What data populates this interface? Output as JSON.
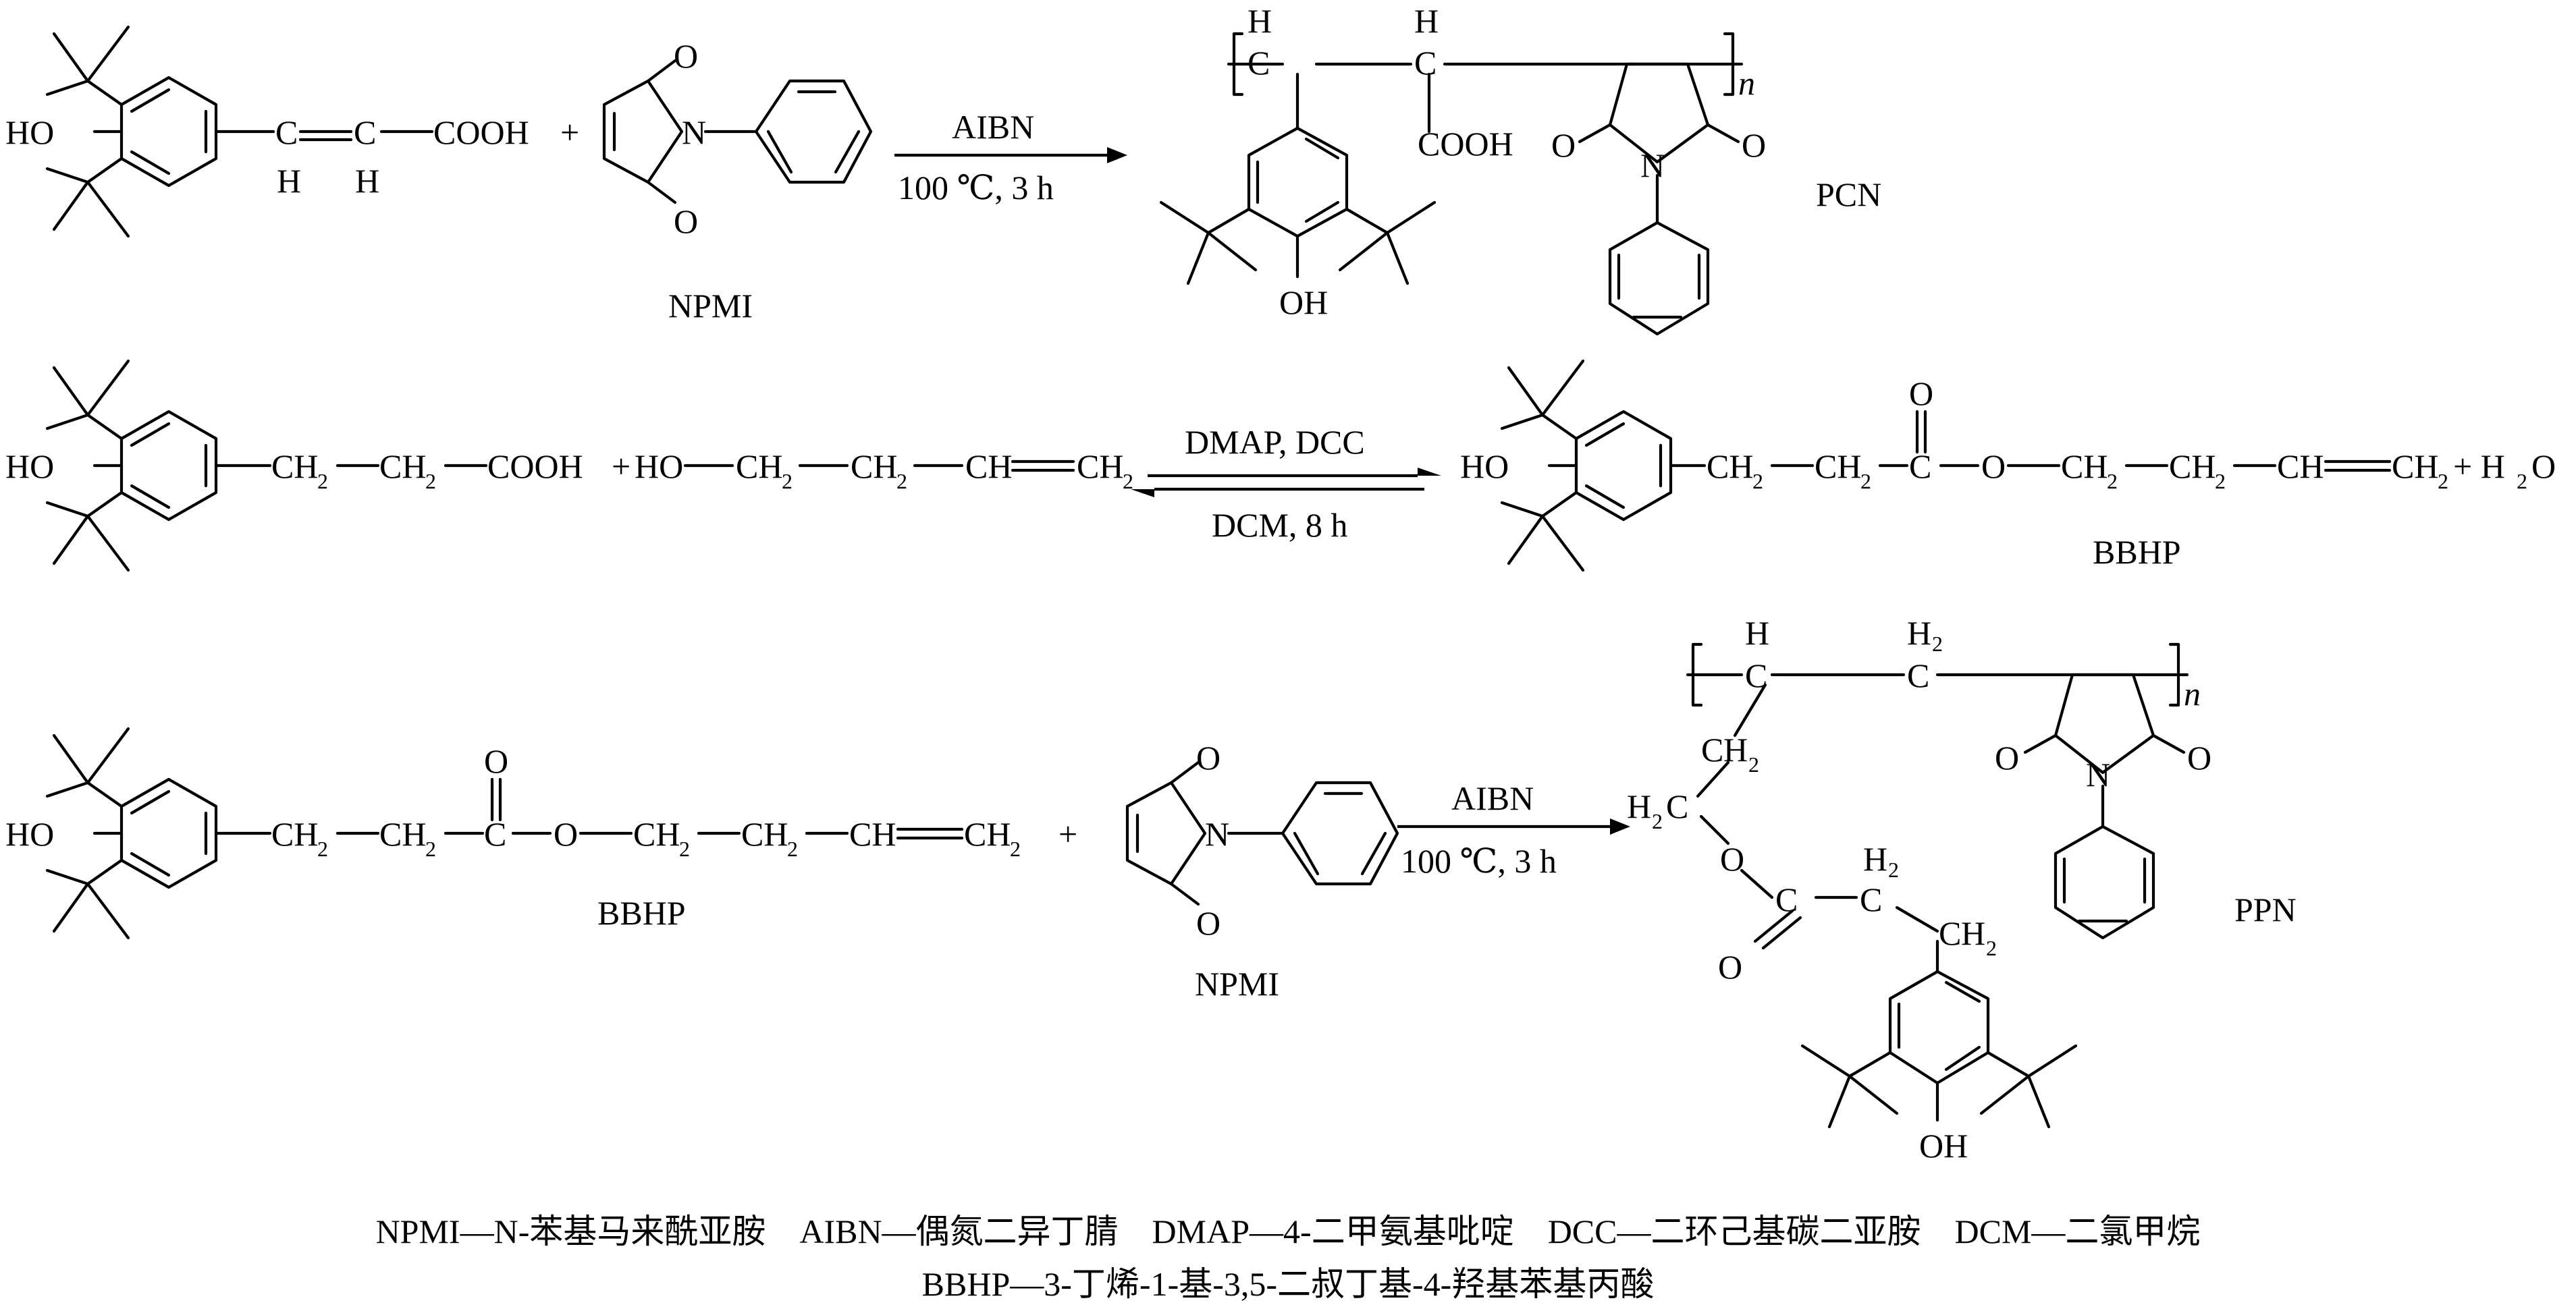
{
  "reaction1": {
    "reactant_acid": {
      "oh": "HO",
      "vinyl_c": "C",
      "vinyl_h": "H",
      "cooh": "COOH"
    },
    "plus": "+",
    "npmi": {
      "o": "O",
      "n": "N",
      "name": "NPMI"
    },
    "arrow_top": "AIBN",
    "arrow_bottom": "100 ℃, 3 h",
    "product": {
      "h": "H",
      "c": "C",
      "cooh": "COOH",
      "oh": "OH",
      "o": "O",
      "n": "N",
      "n_sub": "n",
      "name": "PCN"
    }
  },
  "reaction2": {
    "reactant_acid": {
      "oh": "HO",
      "ch": "CH",
      "two": "2",
      "cooh": "COOH"
    },
    "plus": "+",
    "alcohol": {
      "ho": "HO",
      "ch": "CH",
      "two": "2"
    },
    "arrow_top": "DMAP, DCC",
    "arrow_bottom": "DCM, 8 h",
    "product": {
      "ho": "HO",
      "ch": "CH",
      "two": "2",
      "c": "C",
      "o": "O",
      "name": "BBHP"
    },
    "byproduct": "+ H",
    "byproduct_sub": "2",
    "byproduct_o": "O"
  },
  "reaction3": {
    "bbhp": {
      "ho": "HO",
      "ch": "CH",
      "two": "2",
      "c": "C",
      "o": "O",
      "name": "BBHP"
    },
    "plus": "+",
    "npmi": {
      "o": "O",
      "n": "N",
      "name": "NPMI"
    },
    "arrow_top": "AIBN",
    "arrow_bottom": "100 ℃, 3 h",
    "product": {
      "h": "H",
      "c": "C",
      "two": "2",
      "o": "O",
      "n": "N",
      "oh": "OH",
      "n_sub": "n",
      "name": "PPN"
    }
  },
  "legend": {
    "line1": "NPMI—N-苯基马来酰亚胺　AIBN—偶氮二异丁腈　DMAP—4-二甲氨基吡啶　DCC—二环己基碳二亚胺　DCM—二氯甲烷",
    "line2": "BBHP—3-丁烯-1-基-3,5-二叔丁基-4-羟基苯基丙酸"
  }
}
